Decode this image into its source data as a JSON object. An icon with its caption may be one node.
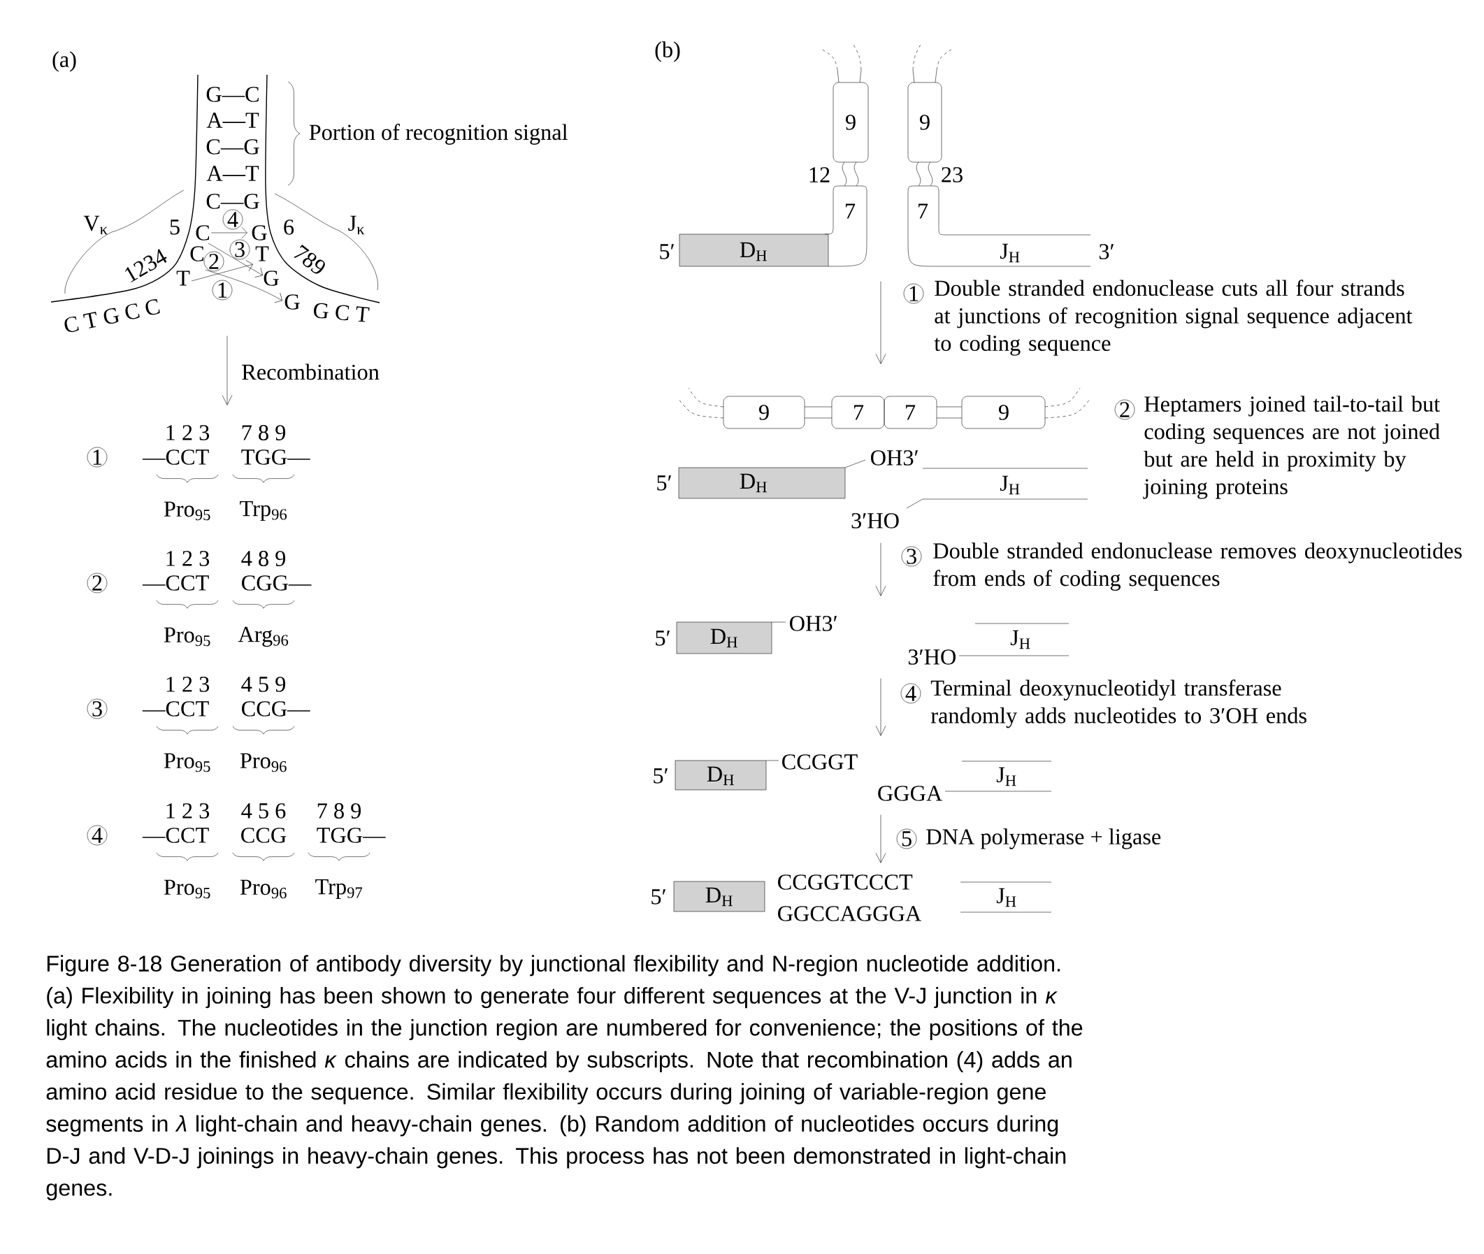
{
  "diagram": {
    "caption": "Figure 8-18 Generation of antibody diversity by junctional flexibility and N-region nucleotide addition. (a) Flexibility in joining has been shown to generate four different sequences at the V-J junction in *κ* light chains. The nucleotides in the junction region are numbered for convenience; the positions of the amino acids in the finished *κ* chains are indicated by subscripts. Note that recombination (4) adds an amino acid residue to the sequence. Similar flexibility occurs during joining of variable-region gene segments in *λ* light-chain and heavy-chain genes. (b) Random addition of nucleotides occurs during D-J and V-D-J joinings in heavy-chain genes. This process has not been demonstrated in light-chain genes.",
    "nodes": [
      {
        "text": [
          "G—C",
          "A—T",
          "C—G",
          "A—T",
          "C—G",
          "4",
          "V$_{κ}$",
          "5",
          "C",
          "G",
          "6",
          "J$_{κ}$",
          "1234",
          "C",
          "2",
          "3",
          "T",
          "789",
          "T",
          "G",
          "1",
          "C T G C C",
          "G",
          "G C T"
        ]
      },
      {
        "text": [
          "1",
          "1 2 3",
          "7 8 9",
          "—CCT",
          "TGG—",
          "Pro$_{95}$",
          "Trp$_{96}$"
        ]
      },
      {
        "text": [
          "2",
          "1 2 3",
          "4 8 9",
          "—CCT",
          "CGG—",
          "Pro$_{95}$",
          "Arg$_{96}$"
        ]
      },
      {
        "text": [
          "3",
          "1 2 3",
          "4 5 9",
          "—CCT",
          "CCG—",
          "Pro$_{95}$",
          "Pro$_{96}$"
        ]
      },
      {
        "text": [
          "4",
          "1 2 3",
          "4 5 6",
          "7 8 9",
          "—CCT",
          "CCG",
          "TGG—",
          "Pro$_{95}$",
          "Pro$_{96}$",
          "Trp$_{97}$"
        ]
      },
      {
        "text": [
          "9",
          "9",
          "12",
          "23",
          "7",
          "7",
          "5′",
          "D$_{H}$",
          "J$_{H}$",
          "3′"
        ]
      },
      {
        "text": [
          "9",
          "7",
          "7",
          "9",
          "5′",
          "D$_{H}$",
          "OH3′",
          "J$_{H}$",
          "3′HO"
        ]
      },
      {
        "text": [
          "5′",
          "D$_{H}$",
          "OH3′",
          "3′HO",
          "J$_{H}$"
        ]
      },
      {
        "text": [
          "5′",
          "D$_{H}$",
          "CCGGT",
          "GGGA",
          "J$_{H}$"
        ]
      },
      {
        "text": [
          "5′",
          "D$_{H}$",
          "CCGGTCCCT",
          "GGCCAGGGA",
          "J$_{H}$"
        ]
      },
      {
        "text": [
          "1"
        ]
      },
      {
        "text": [
          "2"
        ],
        "beside": [
          "Heptamers joined tail-to-tail but coding sequences are not joined but are held in proximity by joining proteins"
        ]
      },
      {
        "text": [
          "3"
        ]
      },
      {
        "text": [
          "4"
        ]
      },
      {
        "text": [
          "5"
        ]
      }
    ],
    "edges": [
      {
        "from": 0,
        "to": 1,
        "arrow": "to",
        "label": "Recombination"
      },
      {
        "from": 5,
        "to": 6,
        "arrow": "to",
        "label": "Double stranded endonuclease cuts all four strands at junctions of recognition signal sequence adjacent to coding sequence"
      },
      {
        "from": 6,
        "to": 7,
        "arrow": "to",
        "label": "Double stranded endonuclease removes deoxynucleotides from ends of coding sequences"
      },
      {
        "from": 7,
        "to": 8,
        "arrow": "to",
        "label": "Terminal deoxynucleotidyl transferase randomly adds nucleotides to 3′OH ends"
      },
      {
        "from": 8,
        "to": 9,
        "arrow": "to",
        "label": "DNA polymerase + ligase"
      }
    ],
    "labels": [
      "(a)",
      "(b)",
      "Portion of recognition signal"
    ]
  }
}
